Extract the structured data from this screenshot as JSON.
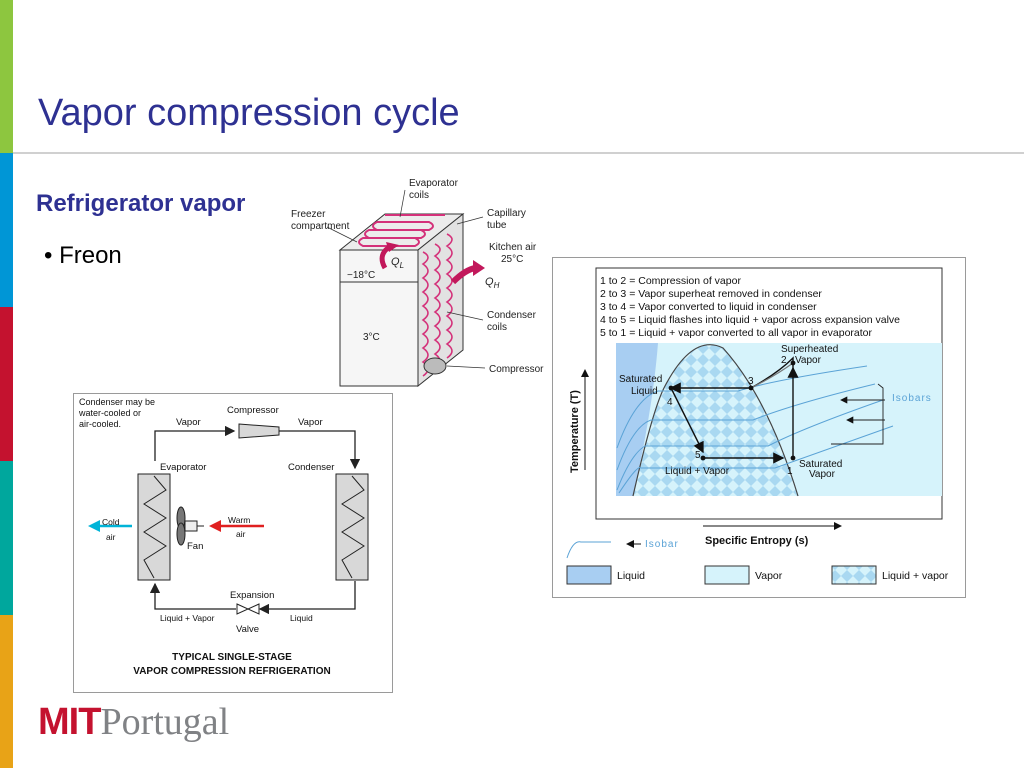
{
  "slide": {
    "title": "Vapor compression cycle",
    "subheading": "Refrigerator vapor",
    "bullet": "• Freon",
    "stripe_colors": [
      "#8dc63f",
      "#0096d6",
      "#c4122f",
      "#00a79d",
      "#e8a317"
    ]
  },
  "fridge": {
    "evaporator_coils": [
      "Evaporator",
      "coils"
    ],
    "freezer": [
      "Freezer",
      "compartment"
    ],
    "capillary": [
      "Capillary",
      "tube"
    ],
    "kitchen_air": [
      "Kitchen air",
      "25°C"
    ],
    "freezer_temp": "−18°C",
    "qL": "Q",
    "qL_sub": "L",
    "qH": "Q",
    "qH_sub": "H",
    "fridge_temp": "3°C",
    "condenser_coils": [
      "Condenser",
      "coils"
    ],
    "compressor": "Compressor"
  },
  "cycle": {
    "note": [
      "Condenser may be",
      "water-cooled or",
      "air-cooled."
    ],
    "compressor": "Compressor",
    "vapor_left": "Vapor",
    "vapor_right": "Vapor",
    "evaporator": "Evaporator",
    "condenser": "Condenser",
    "cold_air": [
      "Cold",
      "air"
    ],
    "warm_air": [
      "Warm",
      "air"
    ],
    "fan": "Fan",
    "expansion": "Expansion",
    "valve": "Valve",
    "liquid_vapor": "Liquid + Vapor",
    "liquid": "Liquid",
    "caption": [
      "TYPICAL SINGLE-STAGE",
      "VAPOR COMPRESSION REFRIGERATION"
    ]
  },
  "ts": {
    "steps": [
      "1 to 2 = Compression of vapor",
      "2 to 3 = Vapor superheat removed in condenser",
      "3 to 4 = Vapor converted to liquid in condenser",
      "4 to 5 = Liquid flashes into liquid + vapor across expansion valve",
      "5 to 1 = Liquid + vapor converted to all vapor in evaporator"
    ],
    "superheated": [
      "Superheated",
      "Vapor"
    ],
    "saturated_liquid": [
      "Saturated",
      "Liquid"
    ],
    "saturated_vapor": [
      "Saturated",
      "Vapor"
    ],
    "liquid_plus_vapor": "Liquid + Vapor",
    "isobars": "Isobars",
    "y_axis": "Temperature (T)",
    "x_axis": "Specific Entropy (s)",
    "isobar_legend": "Isobar",
    "legend": [
      "Liquid",
      "Vapor",
      "Liquid + vapor"
    ],
    "points": [
      "1",
      "2",
      "3",
      "4",
      "5"
    ],
    "colors": {
      "liquid": "#a8cef2",
      "vapor": "#d6f3fb",
      "mixture": "#a9d8f1"
    }
  },
  "logo": {
    "mit": "MIT",
    "portugal": "Portugal"
  }
}
